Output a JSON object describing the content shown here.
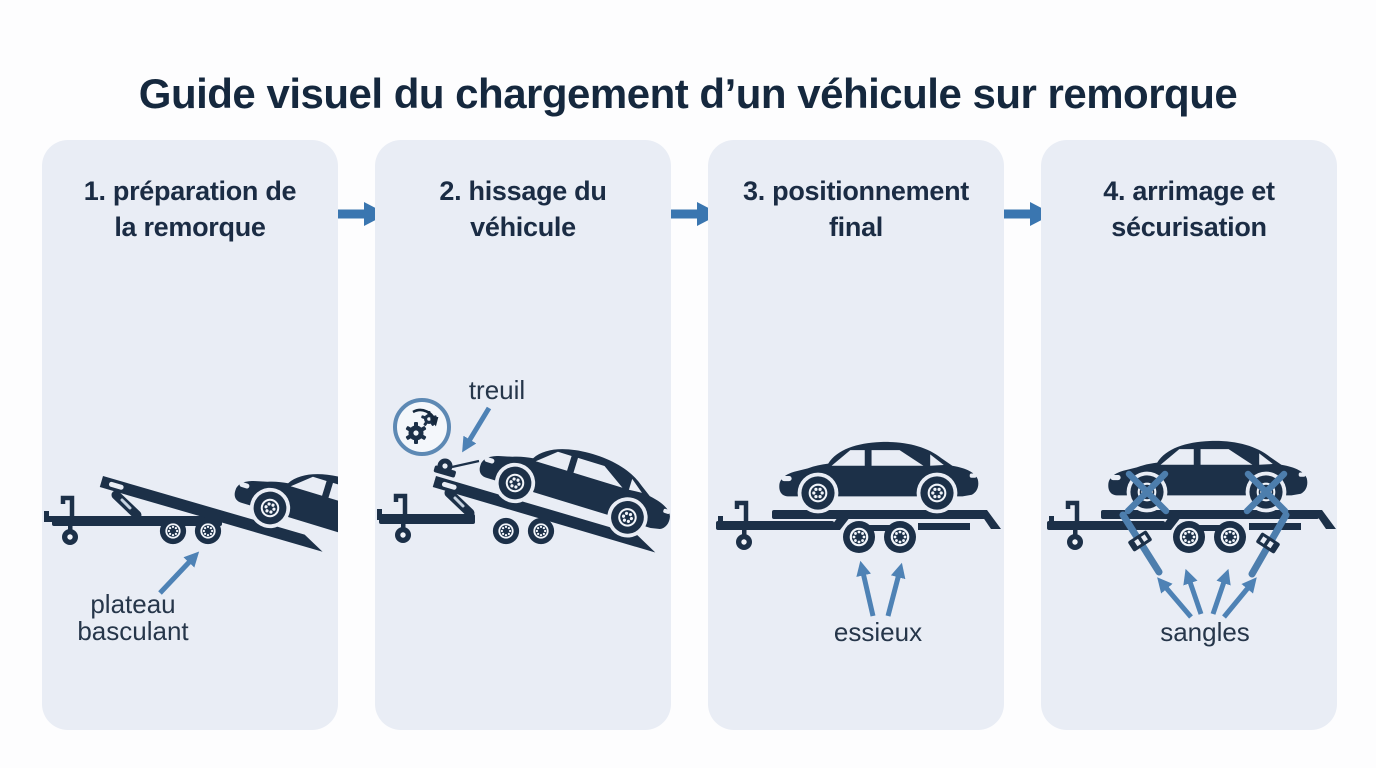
{
  "title": "Guide visuel du chargement d’un véhicule sur remorque",
  "colors": {
    "page_background": "#fdfdfe",
    "panel_background": "#e9edf5",
    "illustration_ink": "#1c3048",
    "title_text": "#15283e",
    "step_arrow_blue": "#3a76b0",
    "callout_arrow_blue": "#4e82b5",
    "strap_blue": "#4d7ead",
    "winch_badge_ring": "#5d89b4"
  },
  "steps": [
    {
      "number": "1",
      "title": "1. préparation de la remorque",
      "title_lines": [
        "1. préparation de",
        "la remorque"
      ],
      "illustration": "tilting-trailer-car-approaching",
      "callout": {
        "line1": "plateau",
        "line2": "basculant"
      }
    },
    {
      "number": "2",
      "title": "2. hissage du véhicule",
      "title_lines": [
        "2. hissage du",
        "véhicule"
      ],
      "illustration": "car-winched-up-ramp",
      "callout": {
        "line1": "treuil"
      },
      "icons": [
        "winch-gear-icon",
        "rotation-arrow-icon"
      ]
    },
    {
      "number": "3",
      "title": "3. positionnement final",
      "title_lines": [
        "3. positionnement",
        "final"
      ],
      "illustration": "car-positioned-flat-on-trailer",
      "callout": {
        "line1": "essieux"
      }
    },
    {
      "number": "4",
      "title": "4. arrimage et sécurisation",
      "title_lines": [
        "4. arrimage et",
        "sécurisation"
      ],
      "illustration": "car-strapped-on-trailer",
      "callout": {
        "line1": "sangles"
      }
    }
  ]
}
